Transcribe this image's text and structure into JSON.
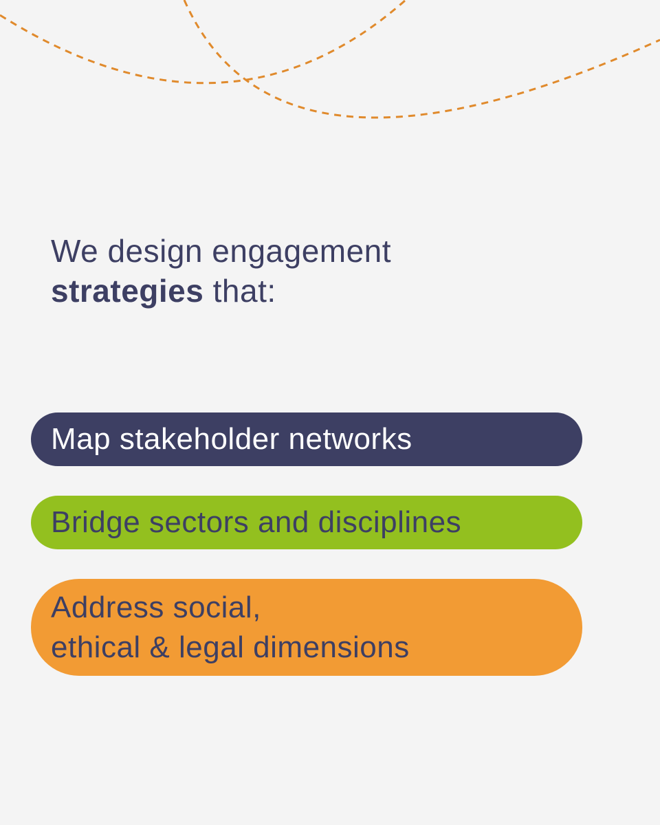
{
  "heading": {
    "line1": "We design engagement",
    "bold_word": "strategies",
    "rest": " that:"
  },
  "items": [
    {
      "label": "Map stakeholder networks"
    },
    {
      "label": "Bridge sectors and disciplines"
    },
    {
      "line1": "Address social,",
      "line2": "ethical & legal dimensions"
    }
  ],
  "colors": {
    "background": "#f4f4f4",
    "text_dark": "#3d3f63",
    "pill_navy": "#3d3f63",
    "pill_green": "#93c01f",
    "pill_orange": "#f29b34",
    "decor_dashes": "#e08a2c"
  }
}
